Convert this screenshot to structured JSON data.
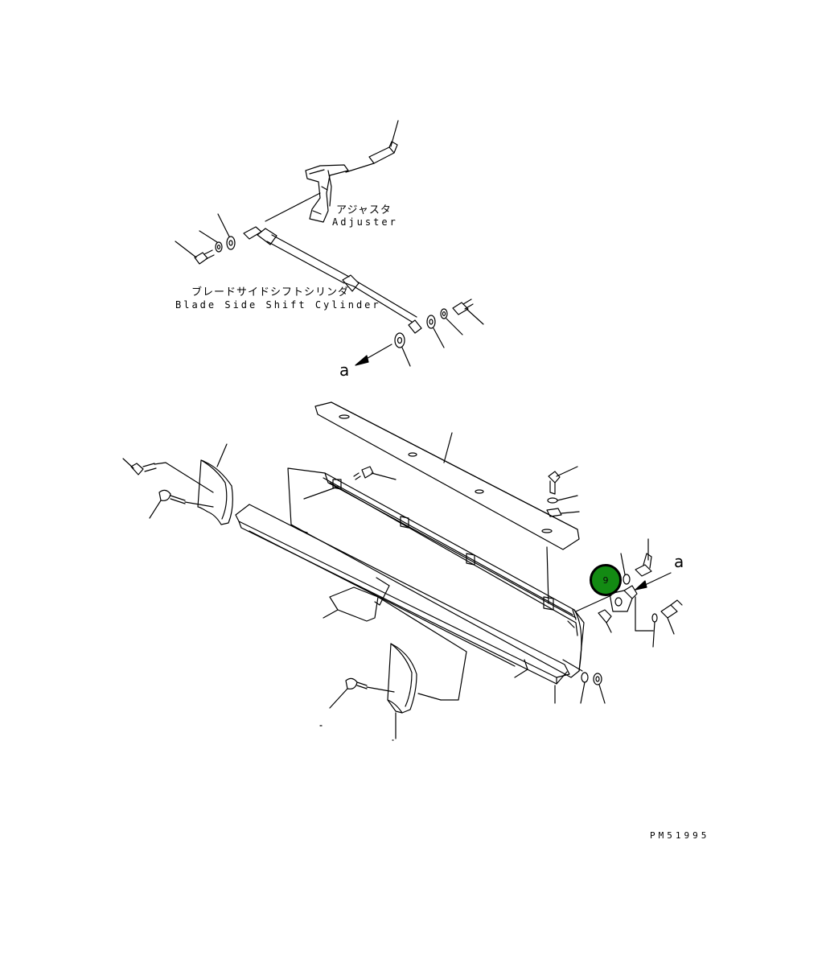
{
  "labels": {
    "adjuster_jp": "アジャスタ",
    "adjuster_en": "Adjuster",
    "cylinder_jp": "ブレードサイドシフトシリンダ",
    "cylinder_en": "Blade Side Shift Cylinder",
    "ref_top": "a",
    "ref_right": "a",
    "drawing_code": "PM51995"
  },
  "callouts": [
    {
      "number": "9",
      "color": "#138a13"
    }
  ],
  "colors": {
    "line": "#000000",
    "background": "#ffffff",
    "callout": "#138a13"
  }
}
